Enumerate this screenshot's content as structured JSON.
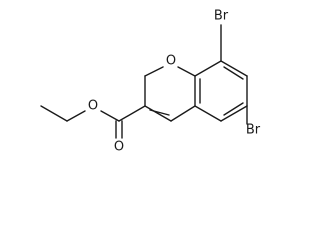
{
  "molecule": {
    "atom_labels": {
      "ring_oxygen": "O",
      "bromine_top": "Br",
      "bromine_right": "Br",
      "ester_carbonyl_oxygen": "O",
      "ester_ether_oxygen": "O"
    }
  },
  "colors": {
    "bond": "#1a1a1a",
    "background": "#ffffff"
  }
}
